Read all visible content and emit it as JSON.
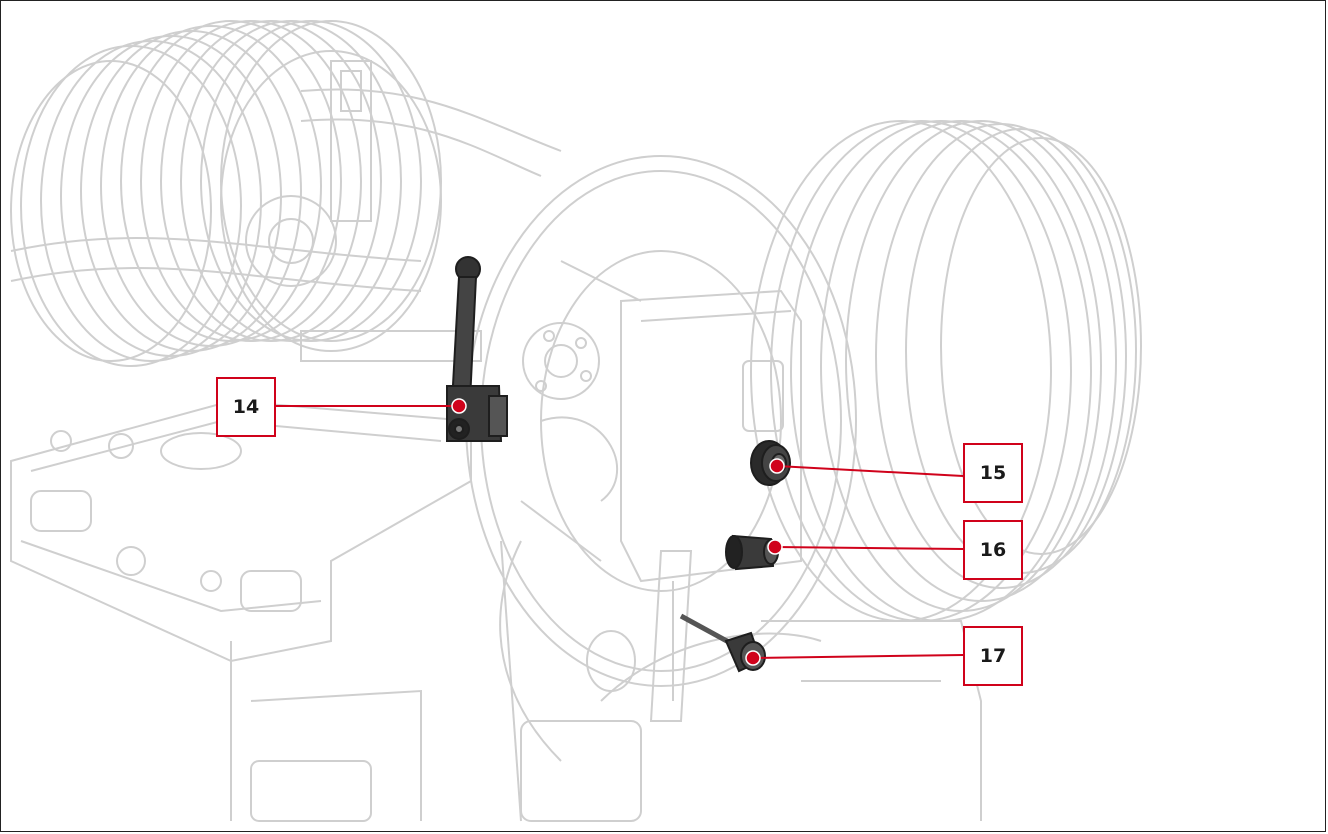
{
  "diagram": {
    "callouts": [
      {
        "id": "c14",
        "label": "14"
      },
      {
        "id": "c15",
        "label": "15"
      },
      {
        "id": "c16",
        "label": "16"
      },
      {
        "id": "c17",
        "label": "17"
      }
    ],
    "colors": {
      "callout_accent": "#d0021b",
      "line_art": "#c8c8c8",
      "highlight_part": "#2b2b2b"
    }
  }
}
